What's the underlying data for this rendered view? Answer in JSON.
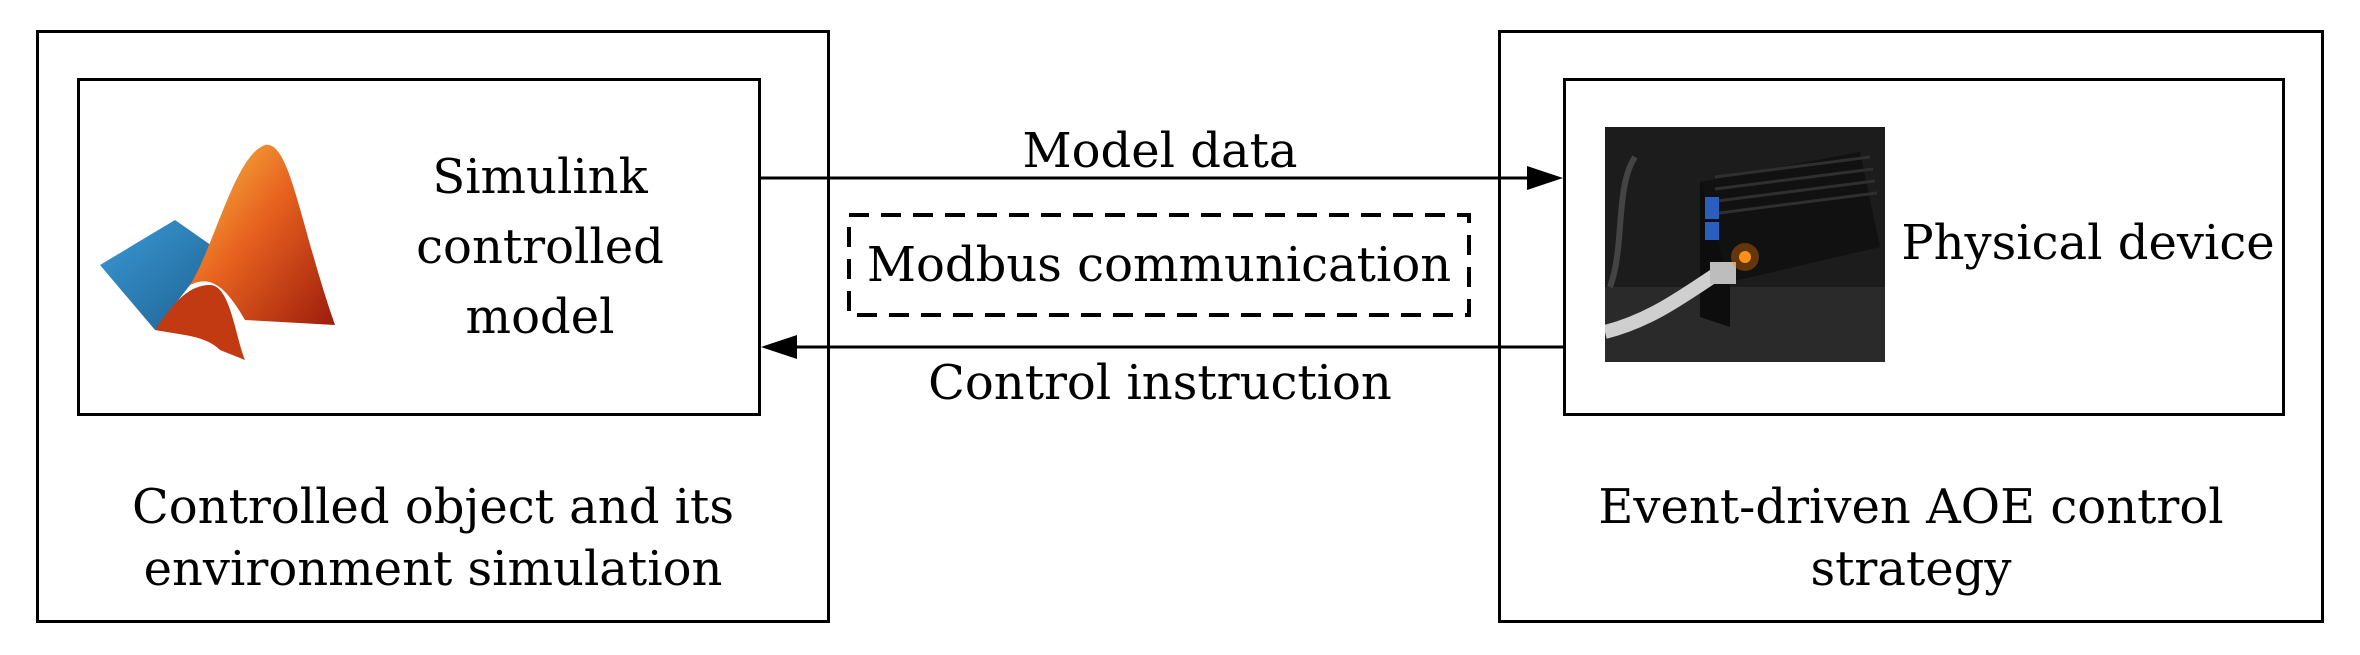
{
  "left_block": {
    "caption_line1": "Controlled object and its",
    "caption_line2": "environment simulation",
    "inner_label_line1": "Simulink",
    "inner_label_line2": "controlled",
    "inner_label_line3": "model",
    "logo_icon": "matlab-logo-icon"
  },
  "right_block": {
    "caption_line1": "Event-driven AOE control",
    "caption_line2": "strategy",
    "inner_label": "Physical device",
    "photo_icon": "physical-device-photo"
  },
  "links": {
    "top_label": "Model data",
    "middle_label": "Modbus communication",
    "bottom_label": "Control instruction"
  }
}
